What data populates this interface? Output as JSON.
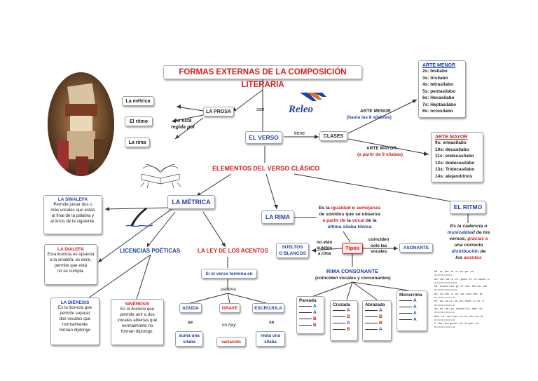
{
  "title": "FORMAS EXTERNAS DE LA COMPOSICIÓN LITERARIA",
  "logo_text": "Releo",
  "prosa": {
    "label": "LA PROSA",
    "connector": "son",
    "regida_por": "no está\nregida por",
    "items": [
      "La métrica",
      "El ritmo",
      "La rima"
    ]
  },
  "verso": {
    "label": "EL VERSO",
    "tiene": "tiene",
    "clases": "CLASES",
    "arte_menor_label": "ARTE MENOR",
    "arte_menor_note": "(hasta las 8 sílabras)",
    "arte_mayor_label": "ARTE MAYOR",
    "arte_mayor_note": "(a partir de 9 sílabas)"
  },
  "arte_menor_box": {
    "title": "ARTE MENOR",
    "items": [
      "2s: bisílabo",
      "3s: trisílabo",
      "4s: tetrasílabo",
      "5s: pentasílabo",
      "6s: Hexasílabo",
      "7s: Heptasílabo",
      "8s: octosílabo"
    ]
  },
  "arte_mayor_box": {
    "title": "ARTE MAYOR",
    "items": [
      "9s: eneasílabo",
      "10s: decasílabo",
      "11s: endecasílabo",
      "12s: dodecasílabo",
      "13s: Tridecasílabo",
      "14s: alejandrinos"
    ]
  },
  "elementos": "ELEMENTOS DEL VERSO CLÁSICO",
  "metrica": {
    "label": "LA MÉTRICA",
    "licencias": "LICENCIAS POÉTICAS",
    "ley": "LA LEY DE LOS ACENTOS",
    "sinalefa_title": "LA SINALEFA",
    "sinalefa_text": "Permite juntar dos o\nmás vocales que están\nal final de la palabra y\nal inicio de la siguiente.",
    "dialefa_title": "LA DIALEFA",
    "dialefa_text": "Esta licencia es opuesta\na la sinalefa, es decir,\npermite que está\nno se cumpla.",
    "dieresis_title": "LA DIÉRESIS",
    "dieresis_text": "Es la licencia que\npermite separar\ndos vocales que\nnormalmente\nforman diptongo",
    "sineresis_title": "SINÉRESIS",
    "sineresis_text": "Es la licencia que\npermite unir a dos\nvocales abiertas que\nnormalmnete no\nforman diptongo.",
    "termina": "Si el verso termina en",
    "palabra": "palabra",
    "aguda": "AGUDA",
    "grave": "GRAVE",
    "esdrujula": "ESCRÚJULA",
    "se1": "se",
    "nohay": "no hay",
    "se2": "se",
    "suma": "suma una\nsílaba",
    "variacion": "variación",
    "resta": "resta una\nsílaba"
  },
  "rima": {
    "label": "LA RIMA",
    "def_1": "Es la ",
    "def_2": "igualdad",
    "def_3": " o ",
    "def_4": "semejanza",
    "def_5": "de sonidos que se observa",
    "def_6": "a partir de",
    "def_7": " la ",
    "def_8": "vocal",
    "def_9": " de la",
    "def_10": "última sílaba tónica",
    "tipos": "Tipos",
    "sueltos": "SUELTOS\nO BLANCOS",
    "no_sujetos": "no etán\nsujetos\na rima",
    "coinciden": "coinciden\nsolo las\nvocales",
    "asonante": "ASONANTE",
    "consonante": "RIMA CONSONANTE",
    "consonante_note": "(coinciden vocales y consonantes)",
    "pareada": "Pareada",
    "cruzada": "Cruzada",
    "abrazada": "Abrazada",
    "monorrima": "Monorrima",
    "pareada_scheme": [
      "A",
      "A",
      "B",
      "B"
    ],
    "cruzada_scheme": [
      "A",
      "B",
      "A",
      "B"
    ],
    "abrazada_scheme": [
      "A",
      "B",
      "B",
      "A"
    ],
    "monorrima_scheme": [
      "A",
      "A",
      "A",
      "A"
    ]
  },
  "ritmo": {
    "label": "EL RITMO",
    "def_1": "Es la cadencia o",
    "def_2": "musicalidad",
    "def_3": " de los",
    "def_4": "versos, ",
    "def_5": "gracias a",
    "def_6": "una correcta",
    "def_7": "distribución",
    "def_8": " de",
    "def_9": "los ",
    "def_10": "acentos",
    "scheme": [
      "Mi - ra - rás - la - ri - sa / pe - ra.",
      "o   o   o   o   o   o   o   o",
      "an - cia - da / a - rá - yales - fo - a / mueir - o,",
      "o   o   o   o   o   o   o   o   o   o",
      "Mi - revava / dá - ja / di - sco - ber / ai - sal",
      "o   o   o   o   o   o   o   o   o   o",
      "aú - co / tiái - ó - ce / na - suo / lavi - ta",
      "o   o   o   o   o   o   o   o   o",
      "mi - ca - zá / a - rá - ya / mole - o / ce - ti",
      "o   o   o   o   o   o   o   o   o",
      "ad - ce - da / yu - lareda / ko - ialin - ca",
      "o   o   o   o   o   o   o   o   o",
      "dás - no - ca / vuei - re - le - do / va - la,",
      "o   o   o   o   o   o   o   o   o",
      "li - rás - sa / quere - sá - la / pér - ta",
      "o   o   o   o   o   o   o   o   o"
    ]
  }
}
